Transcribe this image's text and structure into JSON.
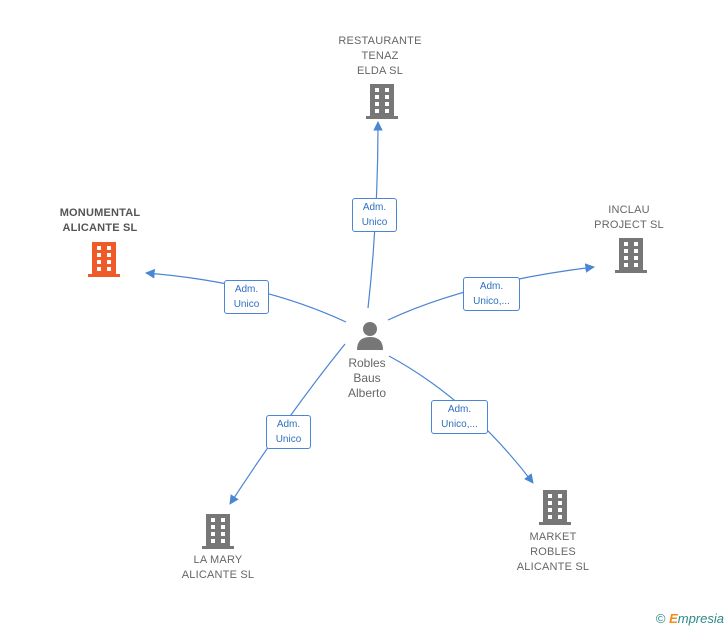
{
  "person": {
    "name": "Robles\nBaus\nAlberto"
  },
  "companies": {
    "restaurante": {
      "name": "RESTAURANTE\nTENAZ\nELDA  SL"
    },
    "monumental": {
      "name": "MONUMENTAL\nALICANTE  SL"
    },
    "inclau": {
      "name": "INCLAU\nPROJECT SL"
    },
    "lamary": {
      "name": "LA MARY\nALICANTE  SL"
    },
    "market": {
      "name": "MARKET\nROBLES\nALICANTE  SL"
    }
  },
  "roles": {
    "restaurante": "Adm.\nUnico",
    "monumental": "Adm.\nUnico",
    "inclau": "Adm.\nUnico,...",
    "lamary": "Adm.\nUnico",
    "market": "Adm.\nUnico,..."
  },
  "footer": {
    "copyright": "©",
    "brand_initial": "E",
    "brand_rest": "mpresia"
  },
  "colors": {
    "edge": "#4a86d4",
    "building_default": "#777777",
    "building_focus": "#f05a28",
    "person_icon": "#777777"
  }
}
